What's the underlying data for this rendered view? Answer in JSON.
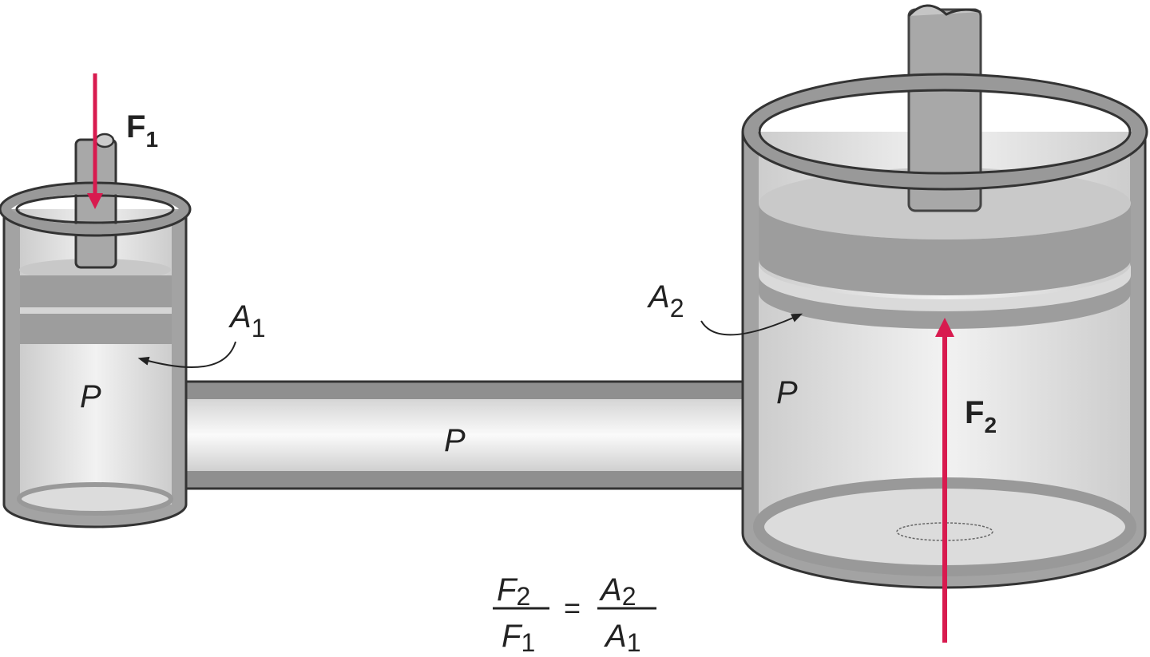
{
  "labels": {
    "force_small": {
      "main": "F",
      "sub": "1"
    },
    "force_large": {
      "main": "F",
      "sub": "2"
    },
    "area_small": {
      "main": "A",
      "sub": "1"
    },
    "area_large": {
      "main": "A",
      "sub": "2"
    },
    "pressure_small": "P",
    "pressure_pipe": "P",
    "pressure_large": "P"
  },
  "equation": {
    "num_left": {
      "main": "F",
      "sub": "2"
    },
    "den_left": {
      "main": "F",
      "sub": "1"
    },
    "equals": "=",
    "num_right": {
      "main": "A",
      "sub": "2"
    },
    "den_right": {
      "main": "A",
      "sub": "1"
    }
  },
  "colors": {
    "force_arrow": "#d81b4f",
    "metal": "#9a9a9a",
    "outline": "#333333",
    "fluid": "#e6e6e6"
  }
}
